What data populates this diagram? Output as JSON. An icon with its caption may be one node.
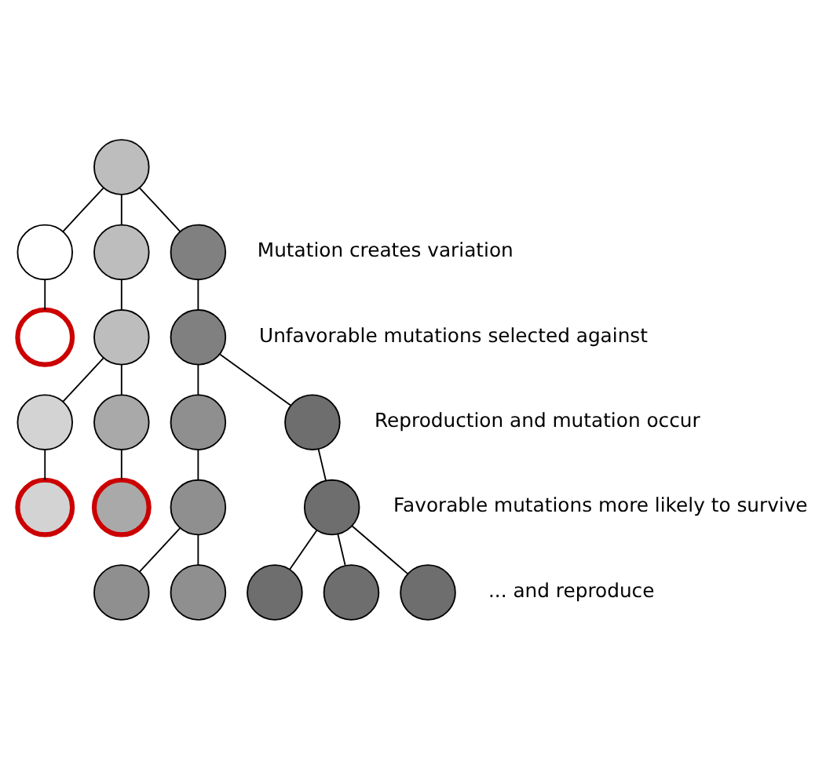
{
  "diagram": {
    "nodes": [
      {
        "text": [],
        "shape": "circle"
      },
      {
        "text": [],
        "shape": "circle"
      },
      {
        "text": [],
        "shape": "circle"
      },
      {
        "text": [],
        "shape": "circle"
      },
      {
        "text": [],
        "shape": "circle"
      },
      {
        "text": [],
        "shape": "circle"
      },
      {
        "text": [],
        "shape": "circle"
      },
      {
        "text": [],
        "shape": "circle"
      },
      {
        "text": [],
        "shape": "circle"
      },
      {
        "text": [],
        "shape": "circle"
      },
      {
        "text": [],
        "shape": "circle"
      },
      {
        "text": [],
        "shape": "circle"
      },
      {
        "text": [],
        "shape": "circle"
      },
      {
        "text": [],
        "shape": "circle"
      },
      {
        "text": [],
        "shape": "circle"
      },
      {
        "text": [],
        "shape": "circle"
      },
      {
        "text": [],
        "shape": "circle"
      },
      {
        "text": [],
        "shape": "circle"
      },
      {
        "text": [],
        "shape": "circle"
      },
      {
        "text": [],
        "shape": "circle"
      }
    ],
    "edges": [
      {
        "from": 0,
        "to": 1,
        "arrow": "none"
      },
      {
        "from": 0,
        "to": 2,
        "arrow": "none"
      },
      {
        "from": 0,
        "to": 3,
        "arrow": "none"
      },
      {
        "from": 1,
        "to": 4,
        "arrow": "none"
      },
      {
        "from": 2,
        "to": 5,
        "arrow": "none"
      },
      {
        "from": 3,
        "to": 6,
        "arrow": "none"
      },
      {
        "from": 5,
        "to": 7,
        "arrow": "none"
      },
      {
        "from": 5,
        "to": 8,
        "arrow": "none"
      },
      {
        "from": 6,
        "to": 9,
        "arrow": "none"
      },
      {
        "from": 6,
        "to": 10,
        "arrow": "none"
      },
      {
        "from": 7,
        "to": 11,
        "arrow": "none"
      },
      {
        "from": 8,
        "to": 12,
        "arrow": "none"
      },
      {
        "from": 9,
        "to": 13,
        "arrow": "none"
      },
      {
        "from": 10,
        "to": 14,
        "arrow": "none"
      },
      {
        "from": 13,
        "to": 15,
        "arrow": "none"
      },
      {
        "from": 13,
        "to": 16,
        "arrow": "none"
      },
      {
        "from": 14,
        "to": 17,
        "arrow": "none"
      },
      {
        "from": 14,
        "to": 18,
        "arrow": "none"
      },
      {
        "from": 14,
        "to": 19,
        "arrow": "none"
      }
    ],
    "labels": [
      "Mutation creates variation",
      "Unfavorable mutations selected against",
      "Reproduction and mutation occur",
      "Favorable mutations more likely to survive",
      "... and reproduce"
    ]
  }
}
